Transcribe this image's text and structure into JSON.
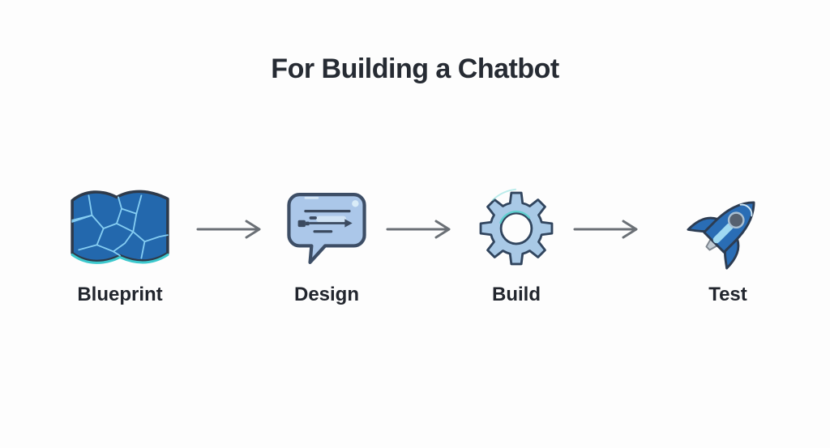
{
  "title": "For Building a Chatbot",
  "steps": [
    {
      "label": "Blueprint",
      "icon": "map-icon"
    },
    {
      "label": "Design",
      "icon": "chat-bubble-icon"
    },
    {
      "label": "Build",
      "icon": "gear-icon"
    },
    {
      "label": "Test",
      "icon": "rocket-icon"
    }
  ],
  "colors": {
    "background": "#fdfdfd",
    "title_text": "#262b33",
    "label_text": "#22262e",
    "arrow_gray": "#6b7076",
    "map_blue": "#2368ad",
    "map_lines_light_blue": "#85cdf2",
    "icon_light_blue": "#a9c8e8",
    "icon_outline_navy": "#33435a",
    "teal_accent": "#3cc8cd",
    "rocket_blue": "#2a6db5",
    "rocket_stripe": "#9fd9f2"
  }
}
